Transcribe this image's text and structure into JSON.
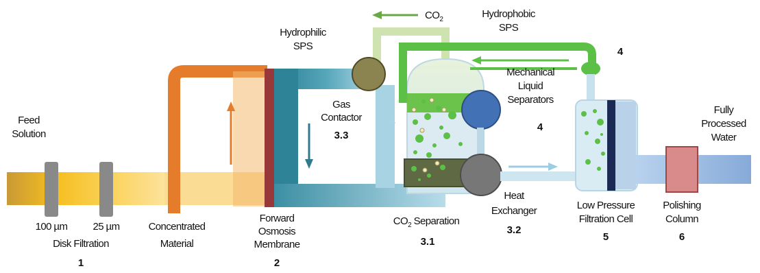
{
  "labels": {
    "feed_line1": "Feed",
    "feed_line2": "Solution",
    "filter_100": "100 µm",
    "filter_25": "25 µm",
    "disk_filtration": "Disk Filtration",
    "step_1": "1",
    "concentrated_line1": "Concentrated",
    "concentrated_line2": "Material",
    "fo_line1": "Forward",
    "fo_line2": "Osmosis",
    "fo_line3": "Membrane",
    "step_2": "2",
    "hydrophilic_line1": "Hydrophilic",
    "hydrophilic_line2": "SPS",
    "co2_top": "CO",
    "co2_top_sub": "2",
    "hydrophobic_line1": "Hydrophobic",
    "hydrophobic_line2": "SPS",
    "step_4_top": "4",
    "gas_contactor_line1": "Gas",
    "gas_contactor_line2": "Contactor",
    "step_3_3": "3.3",
    "mech_line1": "Mechanical",
    "mech_line2": "Liquid",
    "mech_line3": "Separators",
    "step_4_mid": "4",
    "co2_sep": "CO",
    "co2_sep_sub": "2",
    "co2_sep_rest": " Separation",
    "step_3_1": "3.1",
    "heat_line1": "Heat",
    "heat_line2": "Exchanger",
    "step_3_2": "3.2",
    "lp_line1": "Low Pressure",
    "lp_line2": "Filtration Cell",
    "step_5": "5",
    "polish_line1": "Polishing",
    "polish_line2": "Column",
    "step_6": "6",
    "fp_line1": "Fully",
    "fp_line2": "Processed",
    "fp_line3": "Water"
  },
  "colors": {
    "feed_pipe": "#d6a330",
    "feed_pipe_bright": "#f8c428",
    "concentrate": "#e87a2c",
    "membrane": "#9c3a3a",
    "draw_teal": "#3c8da0",
    "light_blue": "#a8d4e4",
    "green": "#5cbf46",
    "light_green": "#c4dc9c",
    "filter_gray": "#8a8a8a",
    "contactor_olive": "#8c8450",
    "separator_blue": "#4470b4",
    "heat_gray": "#777777",
    "polishing_pink": "#d88888",
    "product_blue": "#8cb0dc"
  }
}
